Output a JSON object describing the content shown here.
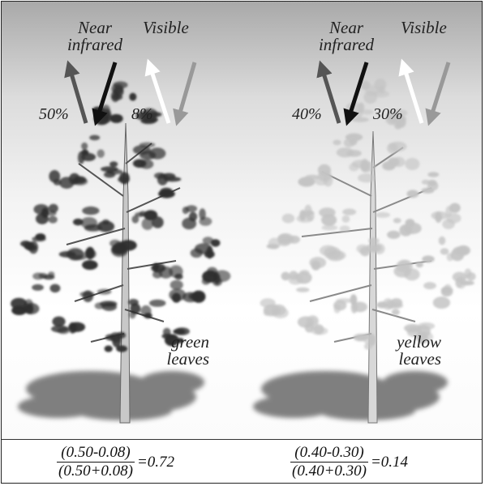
{
  "left_panel": {
    "nir_label_line1": "Near",
    "nir_label_line2": "infrared",
    "vis_label": "Visible",
    "nir_percent": "50%",
    "vis_percent": "8%",
    "leaf_label_line1": "green",
    "leaf_label_line2": "leaves",
    "foliage_color": "#2e2e2e"
  },
  "right_panel": {
    "nir_label_line1": "Near",
    "nir_label_line2": "infrared",
    "vis_label": "Visible",
    "nir_percent": "40%",
    "vis_percent": "30%",
    "leaf_label_line1": "yellow",
    "leaf_label_line2": "leaves",
    "foliage_color": "#c4c4c4"
  },
  "formulas": {
    "left": {
      "numerator": "(0.50-0.08)",
      "denominator": "(0.50+0.08)",
      "result": "=0.72"
    },
    "right": {
      "numerator": "(0.40-0.30)",
      "denominator": "(0.40+0.30)",
      "result": "=0.14"
    }
  },
  "colors": {
    "nir_reflected_arrow": "#555555",
    "nir_incoming_arrow": "#111111",
    "vis_reflected_arrow": "#ffffff",
    "vis_incoming_arrow": "#999999",
    "shadow": "#6a6a6a"
  }
}
